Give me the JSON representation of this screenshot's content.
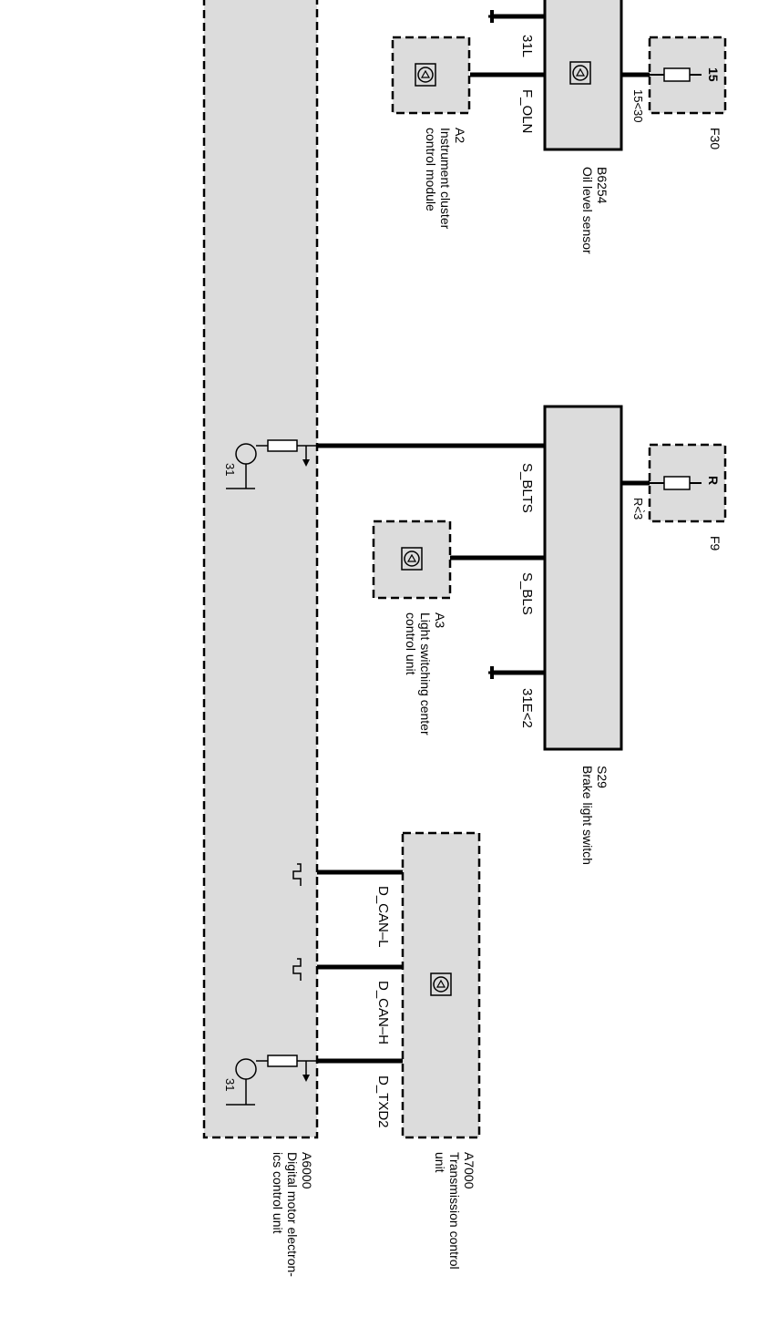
{
  "components": {
    "a6000": {
      "id": "A6000",
      "name": "Digital motor electron-",
      "name2": "ics control unit"
    },
    "a7000": {
      "id": "A7000",
      "name": "Transmission control",
      "name2": "unit"
    },
    "s29": {
      "id": "S29",
      "name": "Brake light switch"
    },
    "b6254": {
      "id": "B6254",
      "name": "Oil level sensor"
    },
    "a2": {
      "id": "A2",
      "name": "Instrument cluster",
      "name2": "control module"
    },
    "a3": {
      "id": "A3",
      "name": "Light switching center",
      "name2": "control unit"
    },
    "f30": {
      "id": "F30",
      "terminal": "15",
      "wire": "15<30"
    },
    "f9": {
      "id": "F9",
      "terminal": "R",
      "wire": "R<̀3"
    }
  },
  "signals": {
    "b_31l": "31L",
    "b_f_oln": "F_OLN",
    "s_blts": "S_BLTS",
    "s_bls": "S_BLS",
    "s_31e": "31E<2",
    "d_can_l": "D_CAN–L",
    "d_can_h": "D_CAN–H",
    "d_txd2": "D_TXD2",
    "ground_31_a": "31",
    "ground_31_b": "31"
  }
}
